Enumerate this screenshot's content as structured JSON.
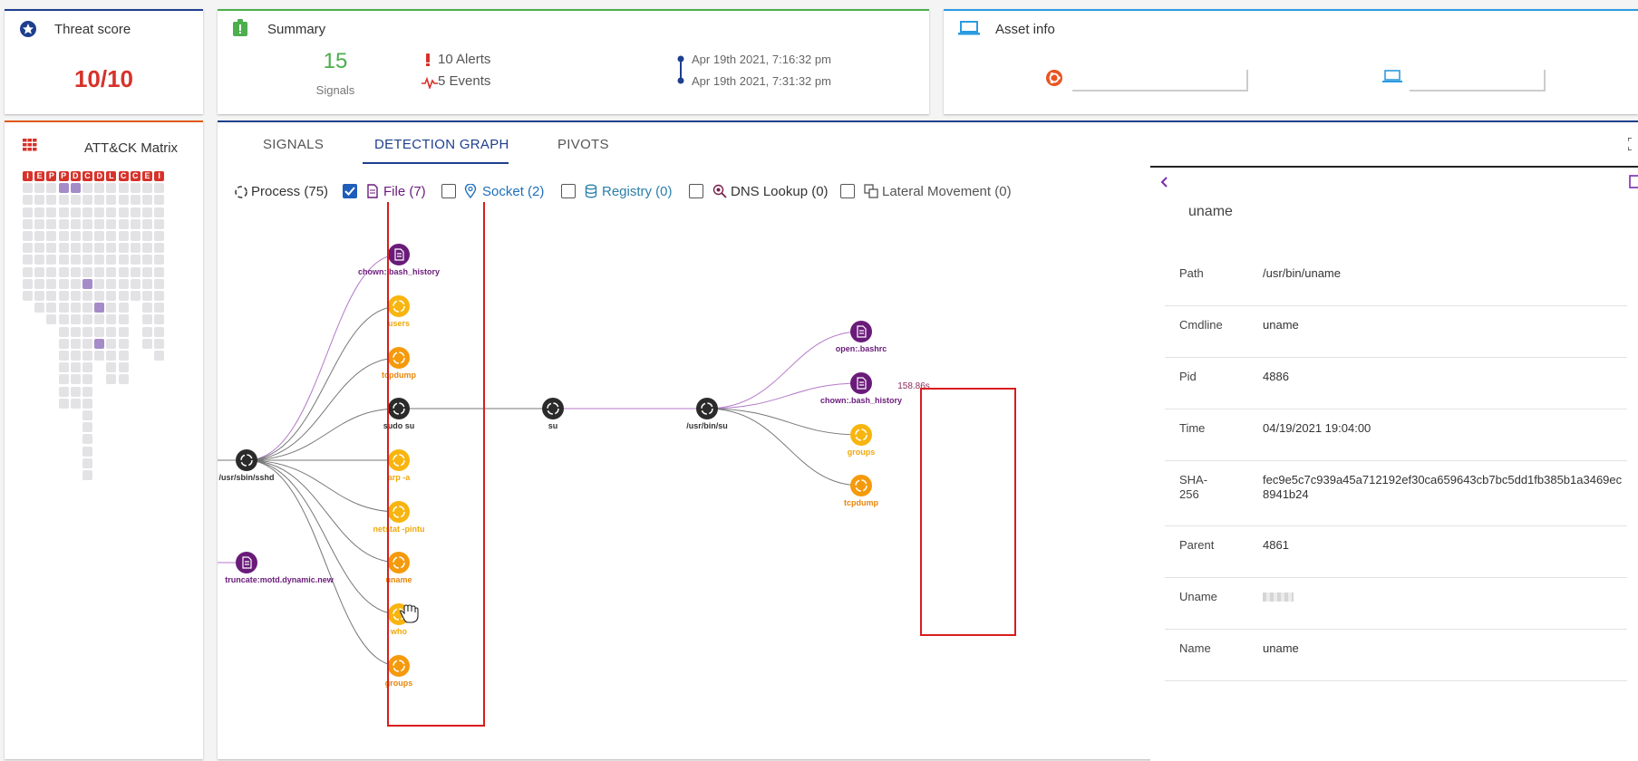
{
  "threat": {
    "title": "Threat score",
    "score": "10/10"
  },
  "summary": {
    "title": "Summary",
    "signals_count": "15",
    "signals_label": "Signals",
    "alerts": "10 Alerts",
    "events": "5 Events",
    "start_date": "Apr 19th 2021, 7:16:32 pm",
    "end_date": "Apr 19th 2021, 7:31:32 pm"
  },
  "asset": {
    "title": "Asset info"
  },
  "attack": {
    "title": "ATT&CK Matrix",
    "columns": [
      "I",
      "E",
      "P",
      "P",
      "D",
      "C",
      "D",
      "L",
      "C",
      "C",
      "E",
      "I"
    ]
  },
  "tabs": [
    "SIGNALS",
    "DETECTION GRAPH",
    "PIVOTS"
  ],
  "filters": {
    "process": "Process (75)",
    "file": "File (7)",
    "socket": "Socket (2)",
    "registry": "Registry (0)",
    "dns": "DNS Lookup (0)",
    "lateral": "Lateral Movement (0)"
  },
  "graph": {
    "nodes": {
      "sshd": "/usr/sbin/sshd",
      "truncate": "truncate:motd.dynamic.new",
      "chown1": "chown:.bash_history",
      "users": "users",
      "tcpdump1": "tcpdump",
      "sudosu": "sudo su",
      "arp": "arp -a",
      "netstat": "netstat -pintu",
      "uname": "uname",
      "who": "who",
      "groups1": "groups",
      "su": "su",
      "binsu": "/usr/bin/su",
      "openbashrc": "open:.bashrc",
      "chown2": "chown:.bash_history",
      "groups2": "groups",
      "tcpdump2": "tcpdump"
    },
    "edge_label": "158.86s"
  },
  "detail": {
    "title": "uname",
    "rows": [
      {
        "label": "Path",
        "value": "/usr/bin/uname"
      },
      {
        "label": "Cmdline",
        "value": "uname"
      },
      {
        "label": "Pid",
        "value": "4886"
      },
      {
        "label": "Time",
        "value": "04/19/2021 19:04:00"
      },
      {
        "label": "SHA-256",
        "value": "fec9e5c7c939a45a712192ef30ca659643cb7bc5dd1fb385b1a3469ec8941b24"
      },
      {
        "label": "Parent",
        "value": "4861"
      },
      {
        "label": "Uname",
        "value": ""
      },
      {
        "label": "Name",
        "value": "uname"
      }
    ]
  },
  "colors": {
    "process_node": "#2b2b2b",
    "file_node": "#6a1b7a",
    "orange_node": "#f59a0c",
    "yellow_node": "#f8b50f",
    "highlight_box": "#d91c1c",
    "accent": "#1e3f8f"
  }
}
